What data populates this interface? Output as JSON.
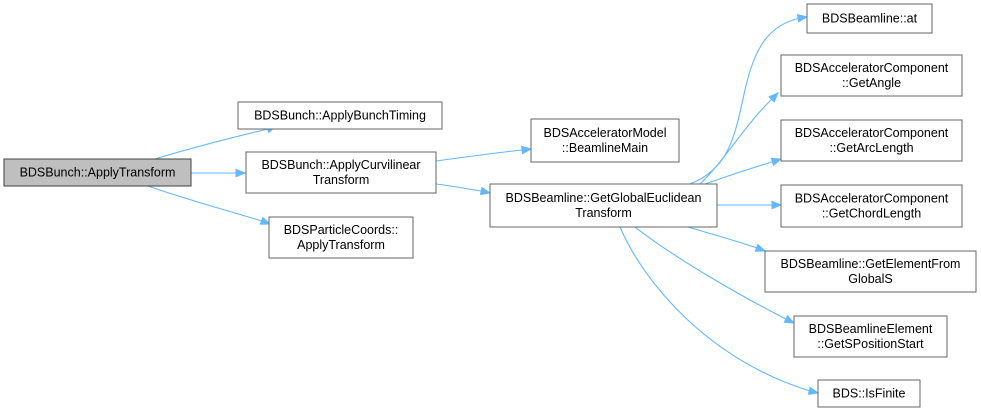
{
  "diagram": {
    "root": "BDSBunch::ApplyTransform",
    "nodes": [
      {
        "id": "root",
        "lines": [
          "BDSBunch::ApplyTransform"
        ],
        "root": true
      },
      {
        "id": "applyBunchTiming",
        "lines": [
          "BDSBunch::ApplyBunchTiming"
        ]
      },
      {
        "id": "applyCurvilinear",
        "lines": [
          "BDSBunch::ApplyCurvilinear",
          "Transform"
        ]
      },
      {
        "id": "particleCoords",
        "lines": [
          "BDSParticleCoords::",
          "ApplyTransform"
        ]
      },
      {
        "id": "beamlineMain",
        "lines": [
          "BDSAcceleratorModel",
          "::BeamlineMain"
        ]
      },
      {
        "id": "getGlobalEuclidean",
        "lines": [
          "BDSBeamline::GetGlobalEuclidean",
          "Transform"
        ]
      },
      {
        "id": "beamlineAt",
        "lines": [
          "BDSBeamline::at"
        ]
      },
      {
        "id": "getAngle",
        "lines": [
          "BDSAcceleratorComponent",
          "::GetAngle"
        ]
      },
      {
        "id": "getArcLength",
        "lines": [
          "BDSAcceleratorComponent",
          "::GetArcLength"
        ]
      },
      {
        "id": "getChordLength",
        "lines": [
          "BDSAcceleratorComponent",
          "::GetChordLength"
        ]
      },
      {
        "id": "getElementFromGlobalS",
        "lines": [
          "BDSBeamline::GetElementFrom",
          "GlobalS"
        ]
      },
      {
        "id": "getSPositionStart",
        "lines": [
          "BDSBeamlineElement",
          "::GetSPositionStart"
        ]
      },
      {
        "id": "isFinite",
        "lines": [
          "BDS::IsFinite"
        ]
      }
    ],
    "edges": [
      [
        "root",
        "applyBunchTiming"
      ],
      [
        "root",
        "applyCurvilinear"
      ],
      [
        "root",
        "particleCoords"
      ],
      [
        "applyCurvilinear",
        "beamlineMain"
      ],
      [
        "applyCurvilinear",
        "getGlobalEuclidean"
      ],
      [
        "getGlobalEuclidean",
        "beamlineAt"
      ],
      [
        "getGlobalEuclidean",
        "getAngle"
      ],
      [
        "getGlobalEuclidean",
        "getArcLength"
      ],
      [
        "getGlobalEuclidean",
        "getChordLength"
      ],
      [
        "getGlobalEuclidean",
        "getElementFromGlobalS"
      ],
      [
        "getGlobalEuclidean",
        "getSPositionStart"
      ],
      [
        "getGlobalEuclidean",
        "isFinite"
      ]
    ],
    "colors": {
      "edge": "#63b8ff",
      "root_fill": "#bfbfbf",
      "node_fill": "#ffffff",
      "node_border": "#666666"
    }
  }
}
